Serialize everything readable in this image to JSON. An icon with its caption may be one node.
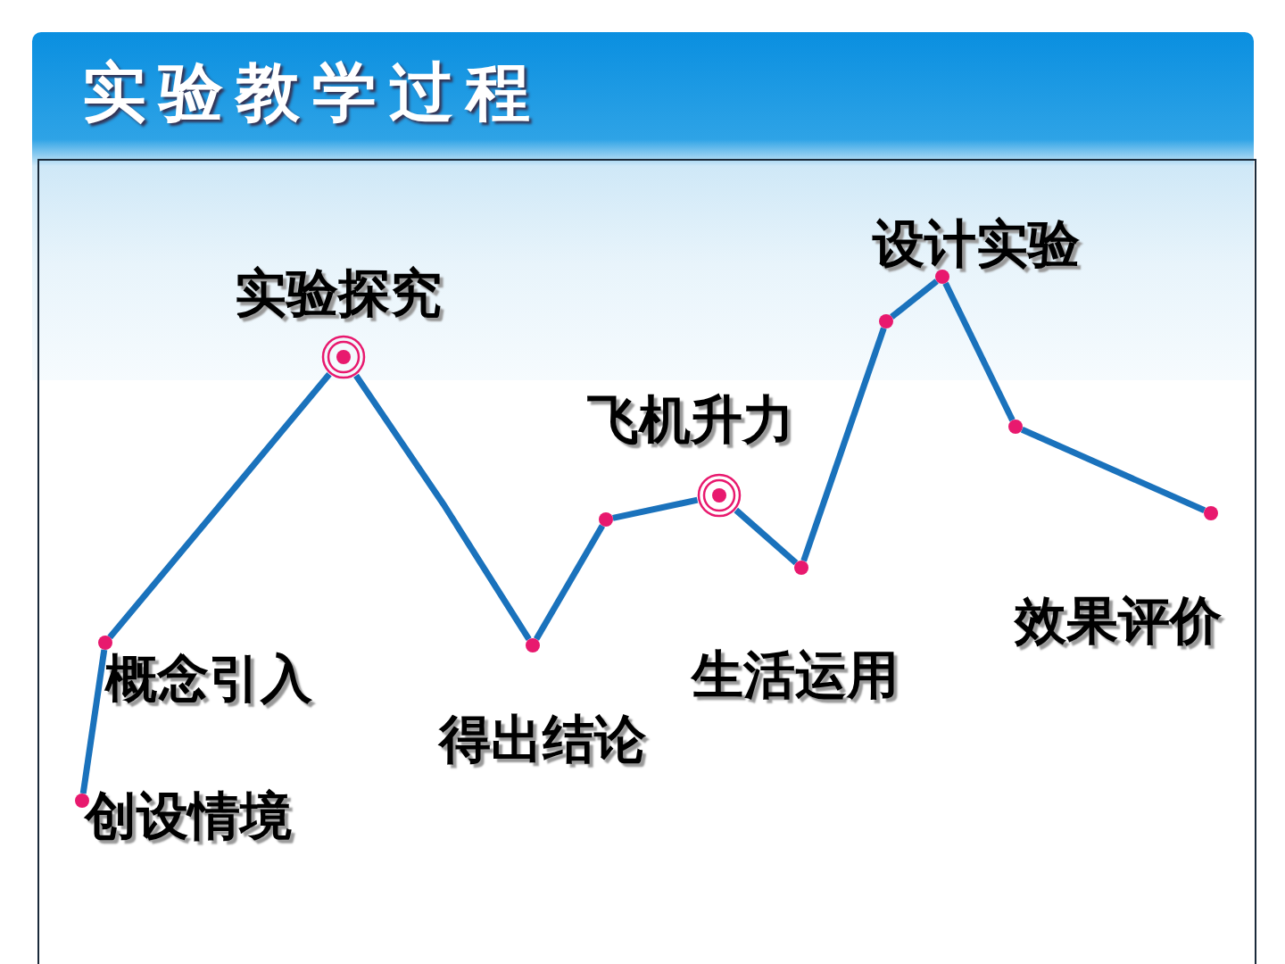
{
  "diagram": {
    "title": "实验教学过程",
    "nodes": [
      {
        "text": [],
        "shape": "circle",
        "beside": [
          "创设情境"
        ]
      },
      {
        "text": [],
        "shape": "circle",
        "beside": [
          "概念引入"
        ]
      },
      {
        "text": [],
        "shape": "target",
        "beside": [
          "实验探究"
        ]
      },
      {
        "text": [],
        "shape": "circle",
        "beside": [
          "得出结论"
        ]
      },
      {
        "text": [],
        "shape": "circle"
      },
      {
        "text": [],
        "shape": "target",
        "beside": [
          "飞机升力"
        ]
      },
      {
        "text": [],
        "shape": "circle",
        "beside": [
          "生活运用"
        ]
      },
      {
        "text": [],
        "shape": "circle"
      },
      {
        "text": [],
        "shape": "circle",
        "beside": [
          "设计实验"
        ]
      },
      {
        "text": [],
        "shape": "circle"
      },
      {
        "text": [],
        "shape": "circle",
        "beside": [
          "效果评价"
        ]
      }
    ],
    "edges": [
      {
        "from": 0,
        "to": 1,
        "arrow": "none"
      },
      {
        "from": 1,
        "to": 2,
        "arrow": "none"
      },
      {
        "from": 2,
        "to": 3,
        "arrow": "none"
      },
      {
        "from": 3,
        "to": 4,
        "arrow": "none"
      },
      {
        "from": 4,
        "to": 5,
        "arrow": "none"
      },
      {
        "from": 5,
        "to": 6,
        "arrow": "none"
      },
      {
        "from": 6,
        "to": 7,
        "arrow": "none"
      },
      {
        "from": 7,
        "to": 8,
        "arrow": "none"
      },
      {
        "from": 8,
        "to": 9,
        "arrow": "none"
      },
      {
        "from": 9,
        "to": 10,
        "arrow": "none"
      }
    ]
  }
}
